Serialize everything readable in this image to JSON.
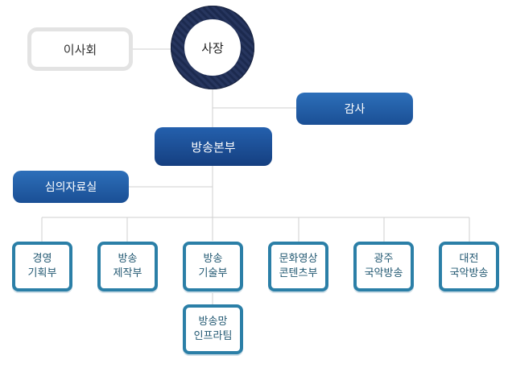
{
  "nodes": {
    "board": "이사회",
    "ceo": "사장",
    "audit": "감사",
    "broadcast_hq": "방송본부",
    "review_archive": "심의자료실"
  },
  "departments": [
    {
      "line1": "경영",
      "line2": "기획부"
    },
    {
      "line1": "방송",
      "line2": "제작부"
    },
    {
      "line1": "방송",
      "line2": "기술부"
    },
    {
      "line1": "문화영상",
      "line2": "콘텐츠부"
    },
    {
      "line1": "광주",
      "line2": "국악방송"
    },
    {
      "line1": "대전",
      "line2": "국악방송"
    }
  ],
  "sub_department": {
    "line1": "방송망",
    "line2": "인프라팀"
  },
  "colors": {
    "pill": "#1d5a9e",
    "dept_border": "#2b7fa7",
    "connector": "#cfcfcf",
    "ceo_ring": "#1f2d52"
  }
}
